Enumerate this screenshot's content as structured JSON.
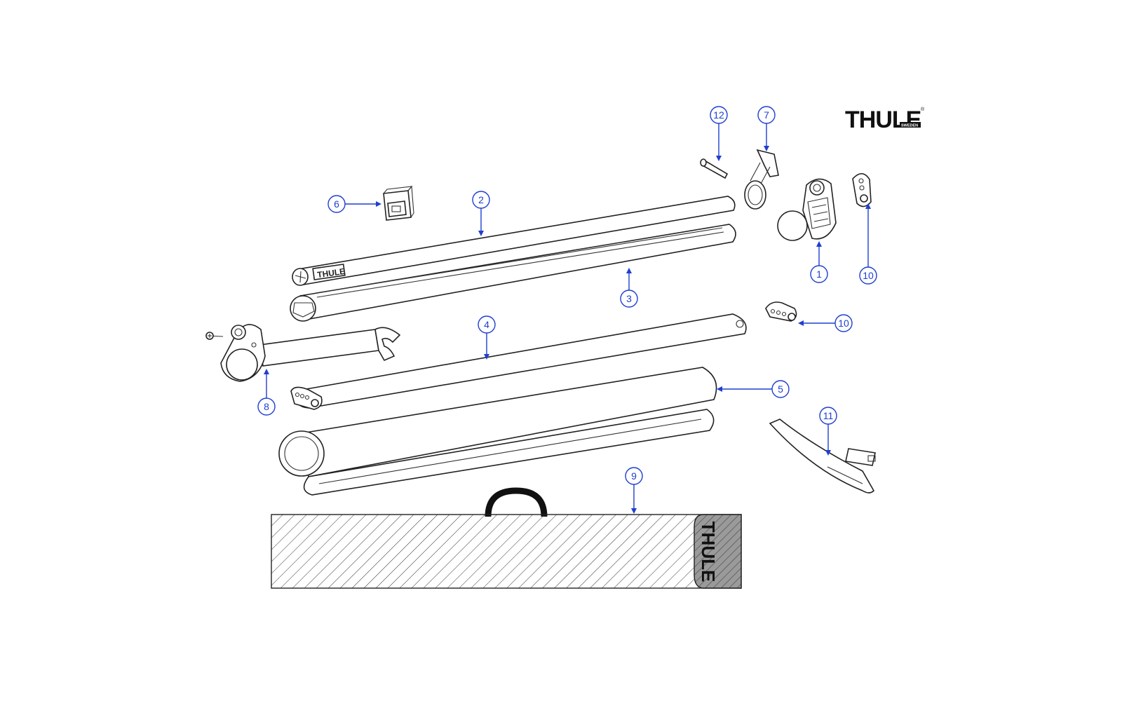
{
  "brand": {
    "logo_text": "THULE",
    "logo_subtext": "SWEDEN",
    "logo_mark": "®"
  },
  "bag": {
    "label": "THULE"
  },
  "callouts": [
    {
      "id": "c1",
      "number": "1"
    },
    {
      "id": "c2",
      "number": "2"
    },
    {
      "id": "c3",
      "number": "3"
    },
    {
      "id": "c4",
      "number": "4"
    },
    {
      "id": "c5",
      "number": "5"
    },
    {
      "id": "c6",
      "number": "6"
    },
    {
      "id": "c7",
      "number": "7"
    },
    {
      "id": "c8",
      "number": "8"
    },
    {
      "id": "c9",
      "number": "9"
    },
    {
      "id": "c10a",
      "number": "10"
    },
    {
      "id": "c10b",
      "number": "10"
    },
    {
      "id": "c11",
      "number": "11"
    },
    {
      "id": "c12",
      "number": "12"
    }
  ],
  "colors": {
    "callout": "#1f3fcf",
    "line_art": "#222222",
    "logo": "#111111"
  }
}
